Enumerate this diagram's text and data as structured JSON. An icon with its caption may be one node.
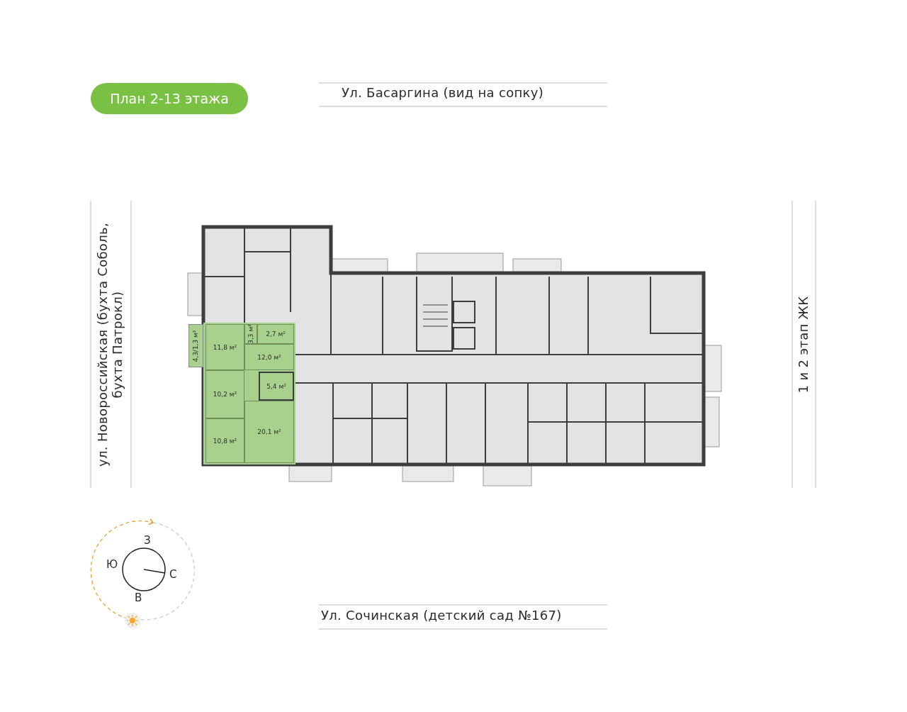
{
  "diagram": {
    "title": "План 2-13 этажа",
    "nodes": [
      {
        "text": [],
        "shape": "box"
      },
      {
        "text": [
          "4,3/1,3 м²"
        ]
      },
      {
        "text": [
          "11,8 м²"
        ],
        "in": 0
      },
      {
        "text": [
          "3,3 м²"
        ],
        "in": 0
      },
      {
        "text": [
          "2,7 м²"
        ],
        "in": 0
      },
      {
        "text": [
          "12,0 м²"
        ],
        "in": 0
      },
      {
        "text": [
          "10,2 м²"
        ],
        "in": 0
      },
      {
        "text": [
          "5,4 м²"
        ],
        "in": 0
      },
      {
        "text": [
          "10,8 м²"
        ],
        "in": 0
      },
      {
        "text": [
          "20,1 м²"
        ],
        "in": 0
      }
    ],
    "edges": [],
    "labels": [
      "Ул. Басаргина (вид на сопку)",
      "ул. Новороссийская (бухта Соболь, бухта Патрокл)",
      "1 и 2 этап ЖК",
      "З",
      "Ю",
      "С",
      "В",
      "Ул. Сочинская (детский сад №167)"
    ]
  }
}
